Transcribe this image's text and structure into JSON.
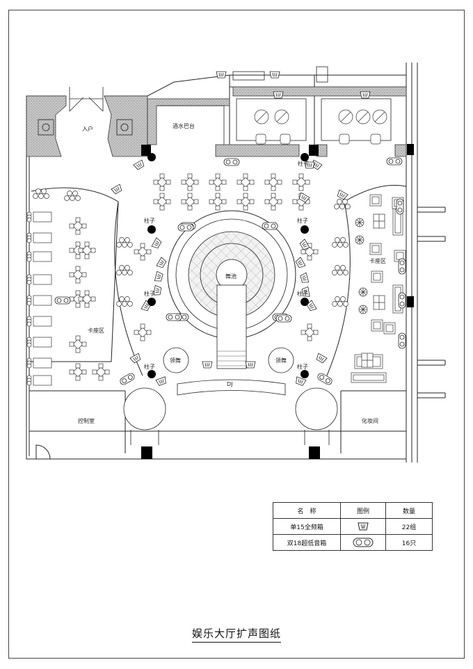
{
  "plan": {
    "labels": {
      "entrance": "入户",
      "bar": "酒水巴台",
      "pillar": "柱子",
      "booth_left": "卡座区",
      "booth_right": "卡座区",
      "dance_floor": "舞池",
      "lead_dancer": "领舞",
      "dj": "DJ",
      "control_room": "控制室",
      "dressing_room": "化妆间"
    }
  },
  "legend": {
    "headers": [
      "名　称",
      "图例",
      "数量"
    ],
    "rows": [
      {
        "name": "单15全频箱",
        "symbol": "full-range-speaker-icon",
        "qty": "22组"
      },
      {
        "name": "双18超低音箱",
        "symbol": "subwoofer-icon",
        "qty": "16只"
      }
    ]
  },
  "title": "娱乐大厅扩声图纸",
  "colors": {
    "line": "#222222",
    "wall_fill": "#bbbbbb",
    "pillar": "#000000",
    "dance_tile": "#e6e6e6"
  }
}
